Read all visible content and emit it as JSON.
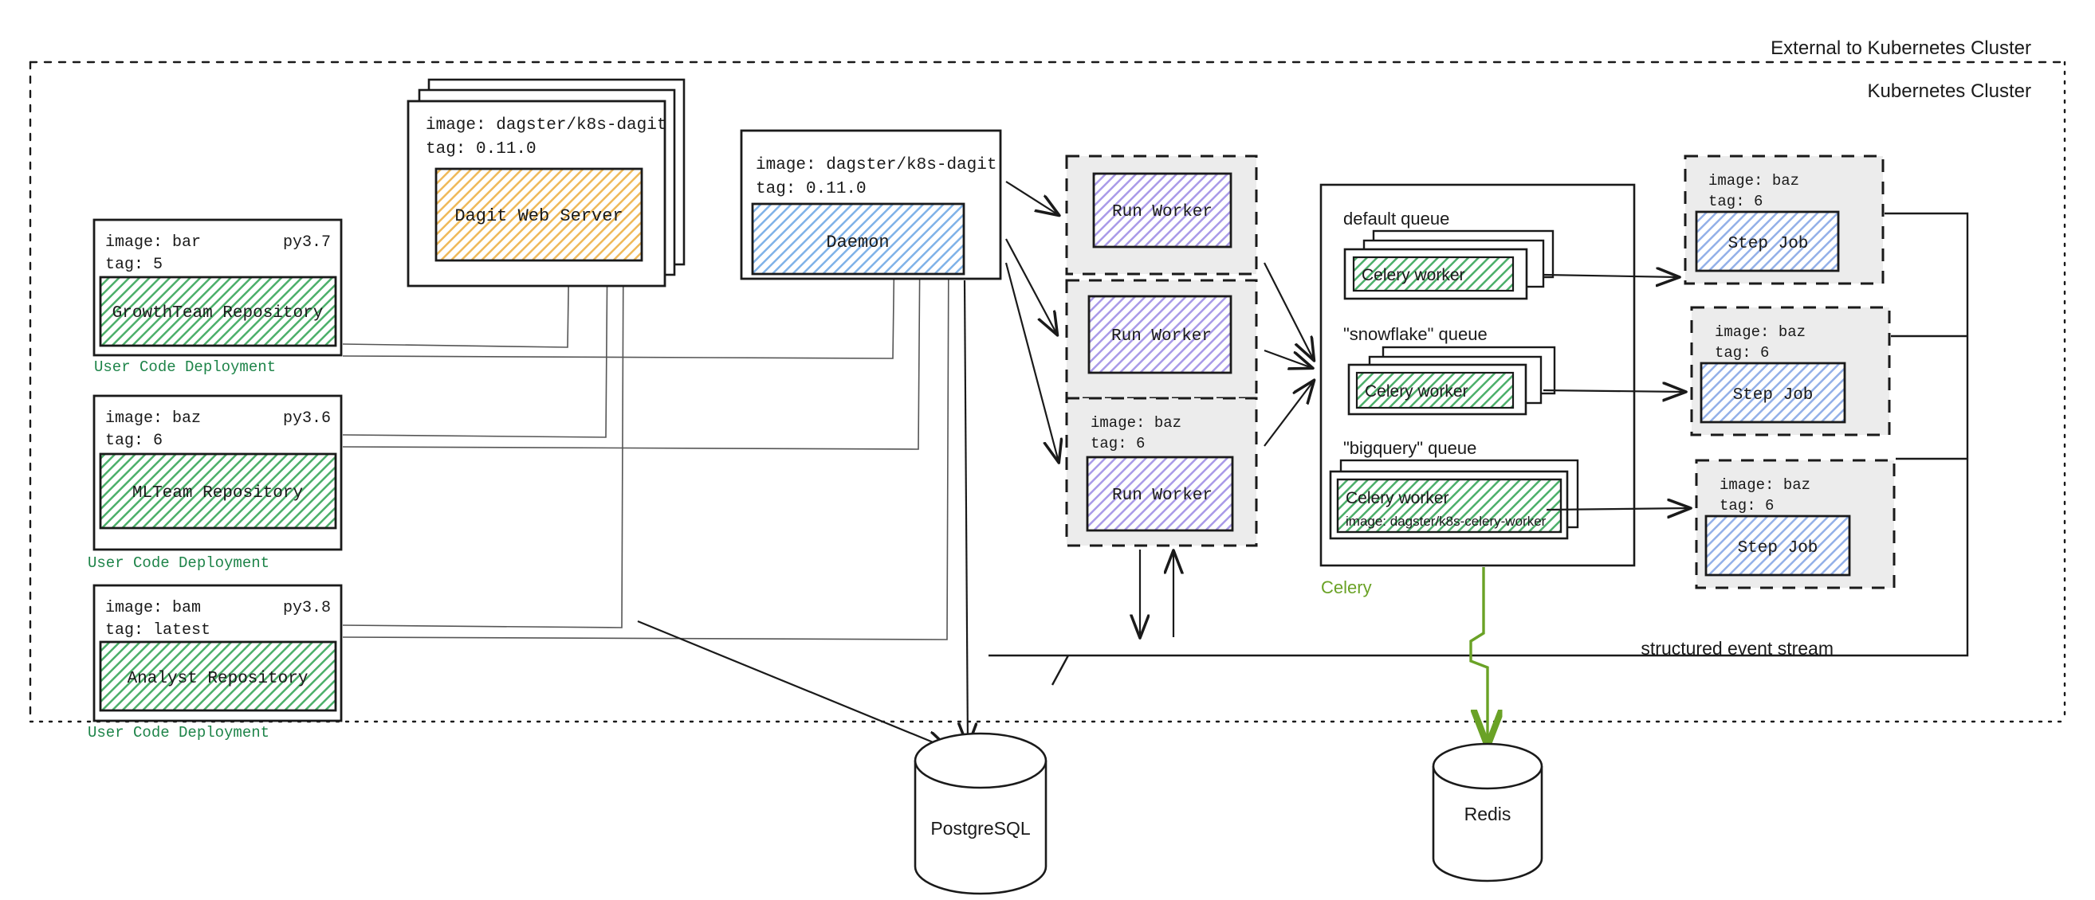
{
  "zones": {
    "external_label": "External to Kubernetes Cluster",
    "cluster_label": "Kubernetes Cluster",
    "structured_event_stream_label": "structured event stream"
  },
  "colors": {
    "green_hatch": "#4caf6a",
    "green_text": "#1e8449",
    "celery_green": "#6aa226",
    "orange_hatch": "#e8a73a",
    "blue_hatch": "#6ba4e0",
    "purple_hatch": "#8f7fe0",
    "step_blue": "#7f9fe0",
    "gray_pod": "#ececec",
    "stroke": "#1a1a1a"
  },
  "user_code_deployments": [
    {
      "image_line": "image: bar",
      "py": "py3.7",
      "tag_line": "tag: 5",
      "repo": "GrowthTeam Repository",
      "caption": "User Code Deployment"
    },
    {
      "image_line": "image: baz",
      "py": "py3.6",
      "tag_line": "tag: 6",
      "repo": "MLTeam Repository",
      "caption": "User Code Deployment"
    },
    {
      "image_line": "image: bam",
      "py": "py3.8",
      "tag_line": "tag: latest",
      "repo": "Analyst Repository",
      "caption": "User Code Deployment"
    }
  ],
  "dagit": {
    "image_line": "image: dagster/k8s-dagit",
    "tag_line": "tag: 0.11.0",
    "label": "Dagit Web Server"
  },
  "daemon": {
    "image_line": "image: dagster/k8s-dagit",
    "tag_line": "tag: 0.11.0",
    "label": "Daemon"
  },
  "run_workers": [
    {
      "label": "Run Worker",
      "image_line": "",
      "tag_line": ""
    },
    {
      "label": "Run Worker",
      "image_line": "",
      "tag_line": ""
    },
    {
      "label": "Run Worker",
      "image_line": "image: baz",
      "tag_line": "tag: 6"
    }
  ],
  "celery": {
    "group_label": "Celery",
    "queues": [
      {
        "title": "default queue",
        "worker": "Celery worker",
        "worker_image": ""
      },
      {
        "title": "\"snowflake\" queue",
        "worker": "Celery worker",
        "worker_image": ""
      },
      {
        "title": "\"bigquery\" queue",
        "worker": "Celery worker",
        "worker_image": "image: dagster/k8s-celery-worker"
      }
    ]
  },
  "step_jobs": [
    {
      "image_line": "image: baz",
      "tag_line": "tag: 6",
      "label": "Step Job"
    },
    {
      "image_line": "image: baz",
      "tag_line": "tag: 6",
      "label": "Step Job"
    },
    {
      "image_line": "image: baz",
      "tag_line": "tag: 6",
      "label": "Step Job"
    }
  ],
  "databases": [
    {
      "name": "PostgreSQL"
    },
    {
      "name": "Redis"
    }
  ]
}
